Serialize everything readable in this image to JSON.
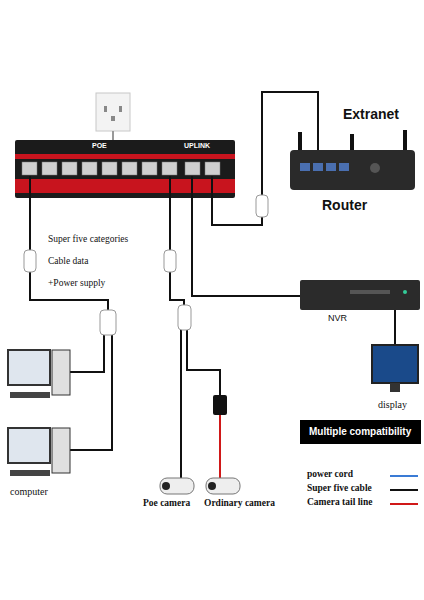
{
  "diagram": {
    "nodes": [
      {
        "text": [
          "Multiple compatibility"
        ]
      }
    ],
    "edges": [],
    "labels": [
      "Extranet",
      "Router",
      "POE",
      "UPLINK",
      "Super five categories",
      "Cable data",
      "+Power supply",
      "NVR",
      "display",
      "computer",
      "Poe camera",
      "Ordinary camera"
    ],
    "legend": [
      {
        "text": "power cord"
      },
      {
        "text": "Super five cable"
      },
      {
        "text": "Camera tail line"
      }
    ]
  }
}
